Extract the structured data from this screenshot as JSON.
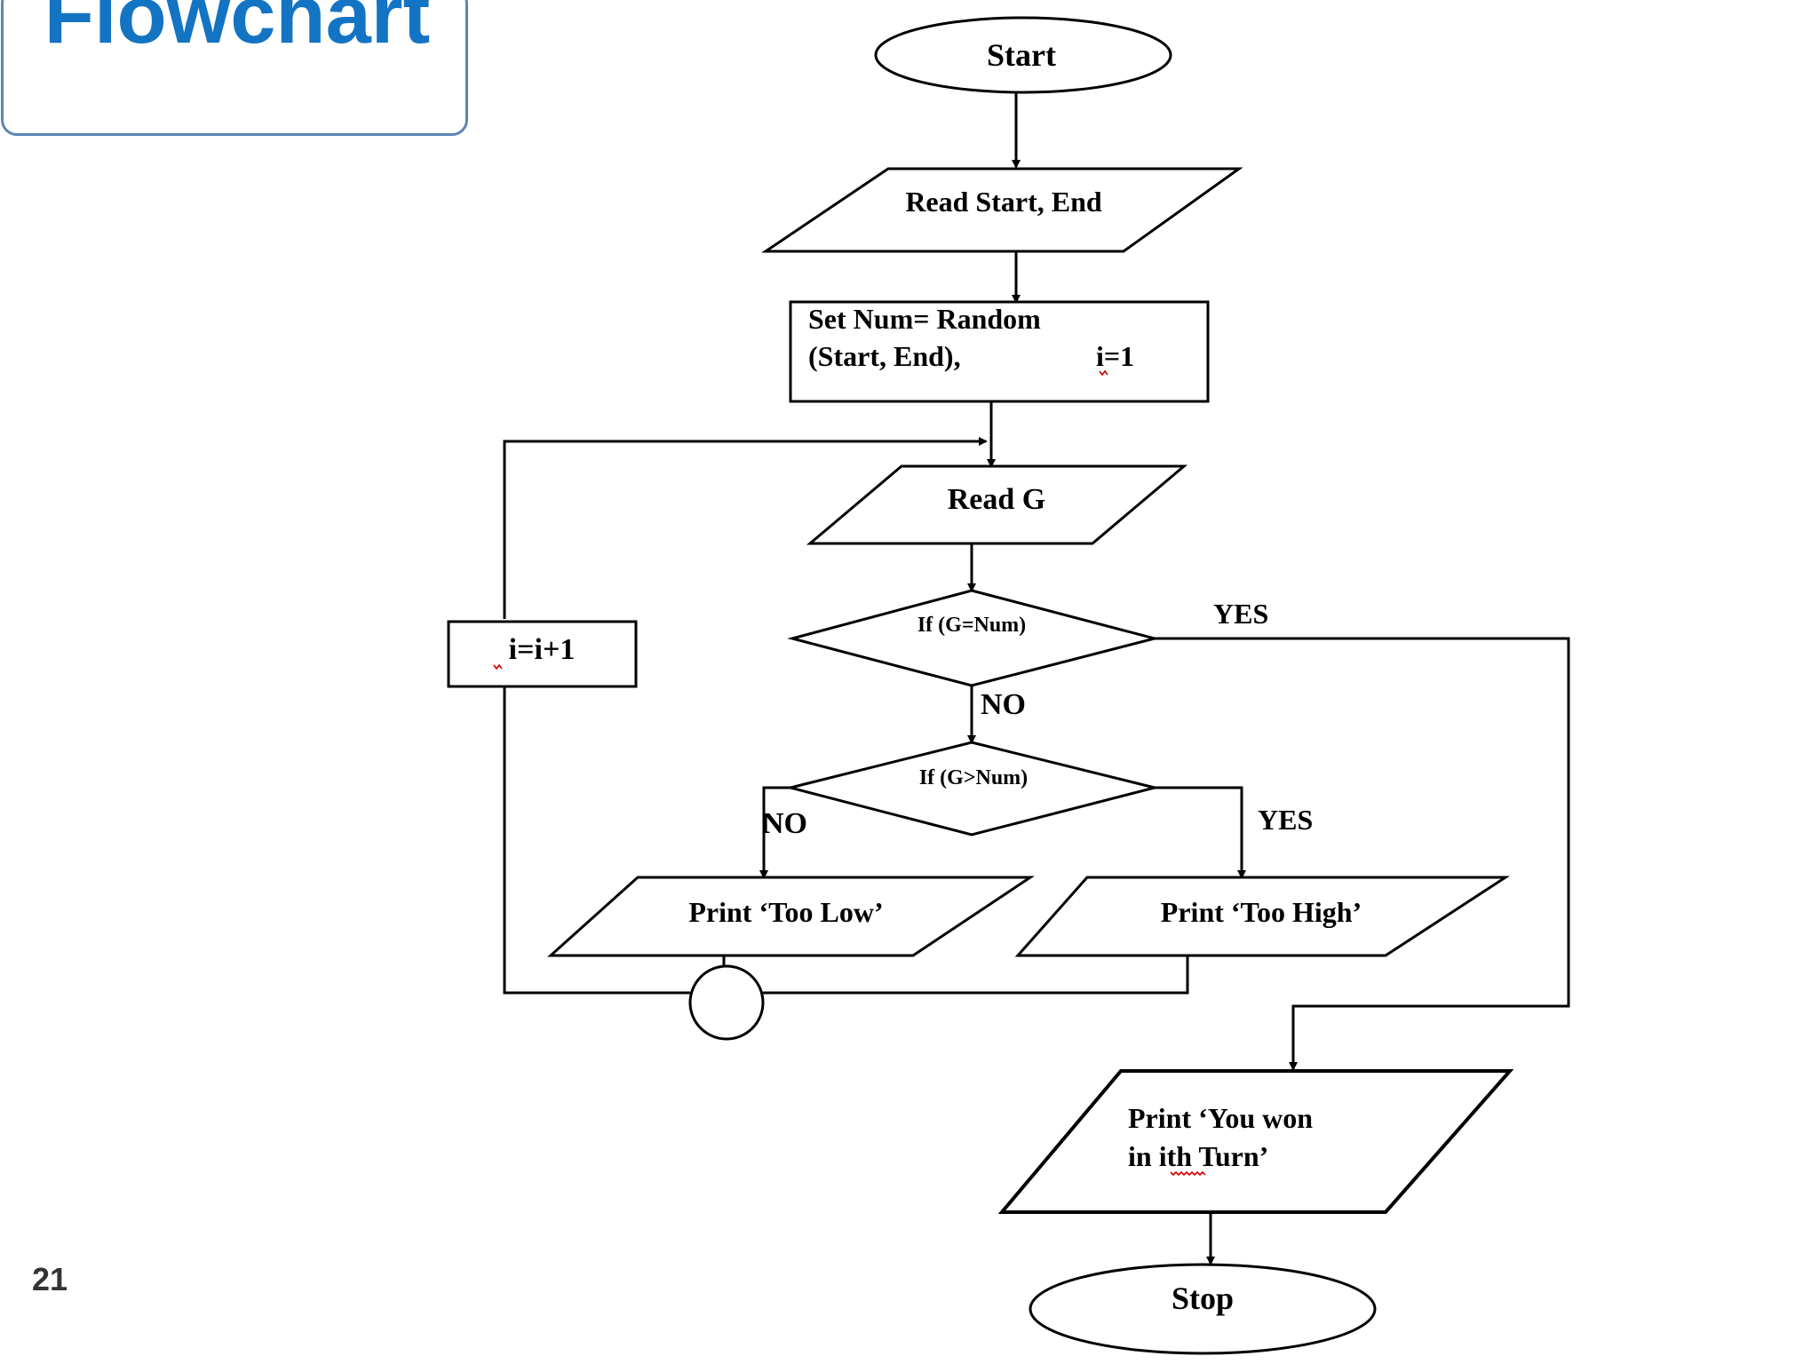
{
  "slide": {
    "title": "Flowchart",
    "page_number": "21"
  },
  "flowchart": {
    "start": "Start",
    "read_range": "Read Start, End",
    "set_num_line1": "Set Num= Random",
    "set_num_line2": "(Start, End),",
    "set_i": "i=1",
    "read_g": "Read G",
    "decision_equal": "If (G=Num)",
    "decision_greater": "If (G>Num)",
    "yes_equal": "YES",
    "no_equal": "NO",
    "no_greater": "NO",
    "yes_greater": "YES",
    "print_low": "Print ‘Too Low’",
    "print_high": "Print ‘Too High’",
    "increment": "i=i+1",
    "print_won_line1": "Print ‘You won",
    "print_won_line2": "in ith Turn’",
    "stop": "Stop"
  }
}
